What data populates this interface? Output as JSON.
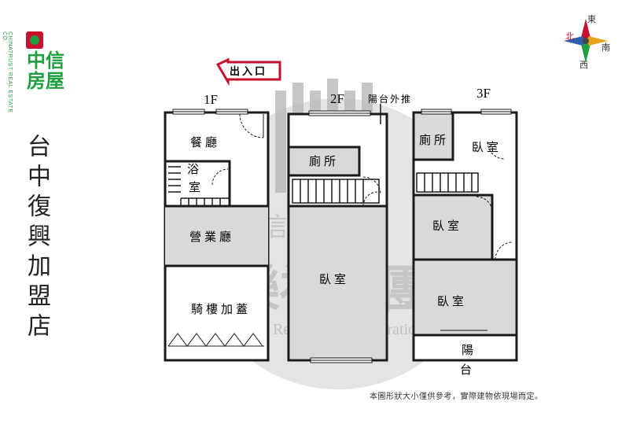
{
  "brand": {
    "name_zh": "中信房屋",
    "name_en": "CHINATRUST REAL ESTATE CO.",
    "store_name": "台中復興加盟店",
    "colors": {
      "red": "#c8102e",
      "green": "#1e9e3e"
    }
  },
  "compass": {
    "north": "北",
    "east": "東",
    "south": "南",
    "west": "西"
  },
  "floorplan": {
    "entrance": "出入口",
    "floors": [
      {
        "label": "1F",
        "rooms": [
          "餐廳",
          "浴",
          "室",
          "營業廳",
          "騎樓加蓋"
        ]
      },
      {
        "label": "2F",
        "rooms": [
          "廁所",
          "臥室"
        ],
        "annotations": [
          "陽台外推"
        ]
      },
      {
        "label": "3F",
        "rooms": [
          "廁所",
          "臥室",
          "臥室",
          "臥室",
          "陽",
          "台"
        ]
      }
    ],
    "wall_color": "#1a1a1a",
    "fill_color": "#d9d9d9"
  },
  "watermark": {
    "group_name": "樂福集團",
    "corp_name": "Love Real Estate Corporation",
    "mid_text": "信義房屋",
    "color": "#bfbfbf"
  },
  "footer": {
    "note": "本圖形狀大小僅供參考，實際建物依現場而定。"
  }
}
